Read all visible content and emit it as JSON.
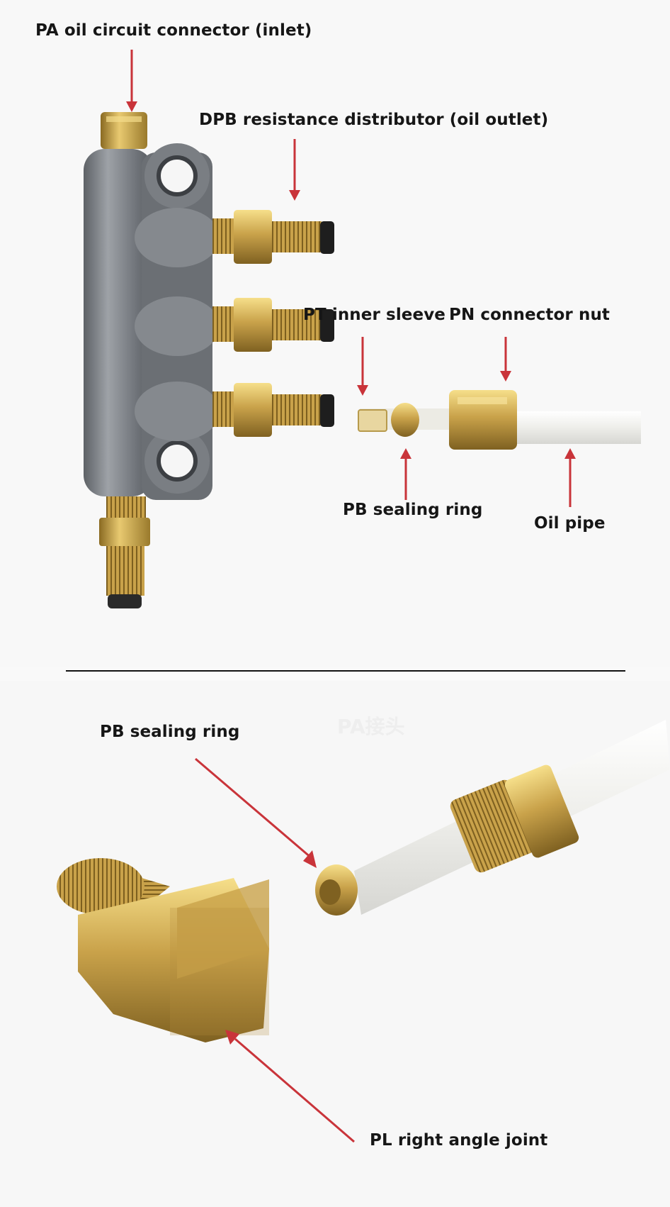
{
  "top": {
    "labels": {
      "pa_inlet": "PA oil circuit connector (inlet)",
      "dpb_distributor": "DPB resistance distributor (oil outlet)",
      "pt_sleeve": "PT inner sleeve",
      "pn_nut": "PN connector nut",
      "pb_ring": "PB sealing ring",
      "oil_pipe": "Oil pipe"
    }
  },
  "bottom": {
    "labels": {
      "pb_ring": "PB sealing ring",
      "pl_joint": "PL right angle joint"
    },
    "watermark": "PA接头"
  },
  "colors": {
    "arrow": "#c9343a",
    "brass": "#c9a24a",
    "brass_dark": "#8a6a22",
    "body_gray": "#6f7378",
    "pipe": "#f1f1ee"
  }
}
